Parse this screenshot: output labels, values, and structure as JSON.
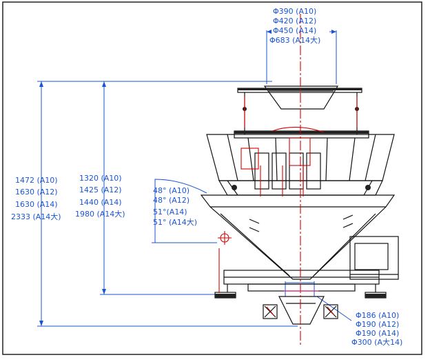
{
  "dimensions": {
    "top_diameters": [
      "Φ390 (A10)",
      "Φ420 (A12)",
      "Φ450 (A14)",
      "Φ683 (A14大)"
    ],
    "overall_height": [
      "1472 (A10)",
      "1630 (A12)",
      "1630 (A14)",
      "2333 (A14大)"
    ],
    "support_height": [
      "1320 (A10)",
      "1425 (A12)",
      "1440 (A14)",
      "1980 (A14大)"
    ],
    "angles": [
      "48° (A10)",
      "48° (A12)",
      "51°(A14)",
      "51° (A14大)"
    ],
    "bottom_diameters": [
      "Φ186 (A10)",
      "Φ190 (A12)",
      "Φ190 (A14)",
      "Φ300 (A大14)"
    ]
  },
  "colors": {
    "dimension": "#1a54d6",
    "centerline": "#d40000",
    "machine": "#111111",
    "accent": "#e52b8a"
  }
}
